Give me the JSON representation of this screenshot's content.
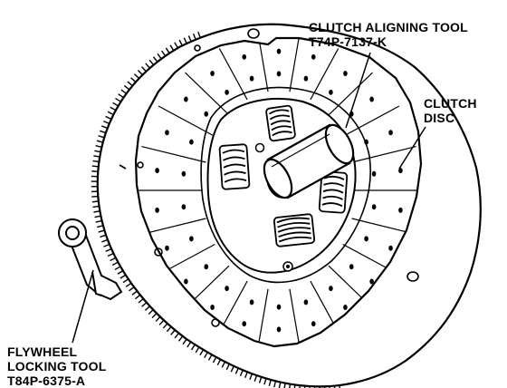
{
  "labels": {
    "aligning_tool": {
      "line1": "CLUTCH ALIGNING TOOL",
      "line2": "T74P-7137-K"
    },
    "clutch_disc": {
      "line1": "CLUTCH",
      "line2": "DISC"
    },
    "flywheel_tool": {
      "line1": "FLYWHEEL",
      "line2": "LOCKING TOOL",
      "line3": "T84P-6375-A"
    }
  },
  "colors": {
    "ink": "#000000",
    "background": "#ffffff"
  }
}
